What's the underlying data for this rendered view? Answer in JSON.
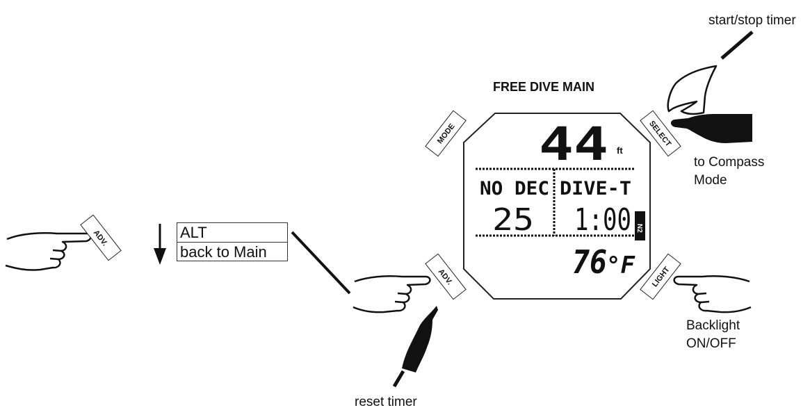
{
  "title": "FREE DIVE MAIN",
  "buttons": {
    "mode": "MODE",
    "select": "SELECT",
    "adv": "ADV.",
    "light": "LIGHT",
    "adv_left": "ADV."
  },
  "display": {
    "depth": "44",
    "depth_unit": "ft",
    "left_header": "NO DEC",
    "right_header": "DIVE-T",
    "left_value": "25",
    "right_value": "1:00",
    "temperature": "76",
    "temperature_unit": "°F",
    "n2_label": "N2"
  },
  "menu": {
    "items": [
      {
        "label": "ALT"
      },
      {
        "label": "back to Main"
      }
    ]
  },
  "labels": {
    "start_stop": "start/stop timer",
    "compass_line1": "to Compass",
    "compass_line2": "Mode",
    "backlight_line1": "Backlight",
    "backlight_line2": "ON/OFF",
    "reset": "reset timer"
  }
}
